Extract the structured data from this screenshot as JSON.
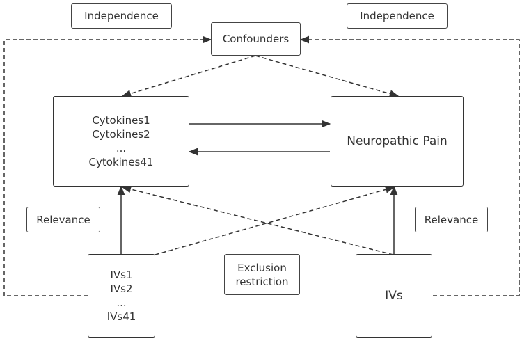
{
  "nodes": {
    "confounders": "Confounders",
    "independence_left": "Independence",
    "independence_right": "Independence",
    "relevance_left": "Relevance",
    "relevance_right": "Relevance",
    "exclusion": [
      "Exclusion",
      "restriction"
    ],
    "cytokines": [
      "Cytokines1",
      "Cytokines2",
      "...",
      "Cytokines41"
    ],
    "neuropathic_pain": "Neuropathic Pain",
    "ivs_left": [
      "IVs1",
      "IVs2",
      "...",
      "IVs41"
    ],
    "ivs_right": "IVs"
  }
}
